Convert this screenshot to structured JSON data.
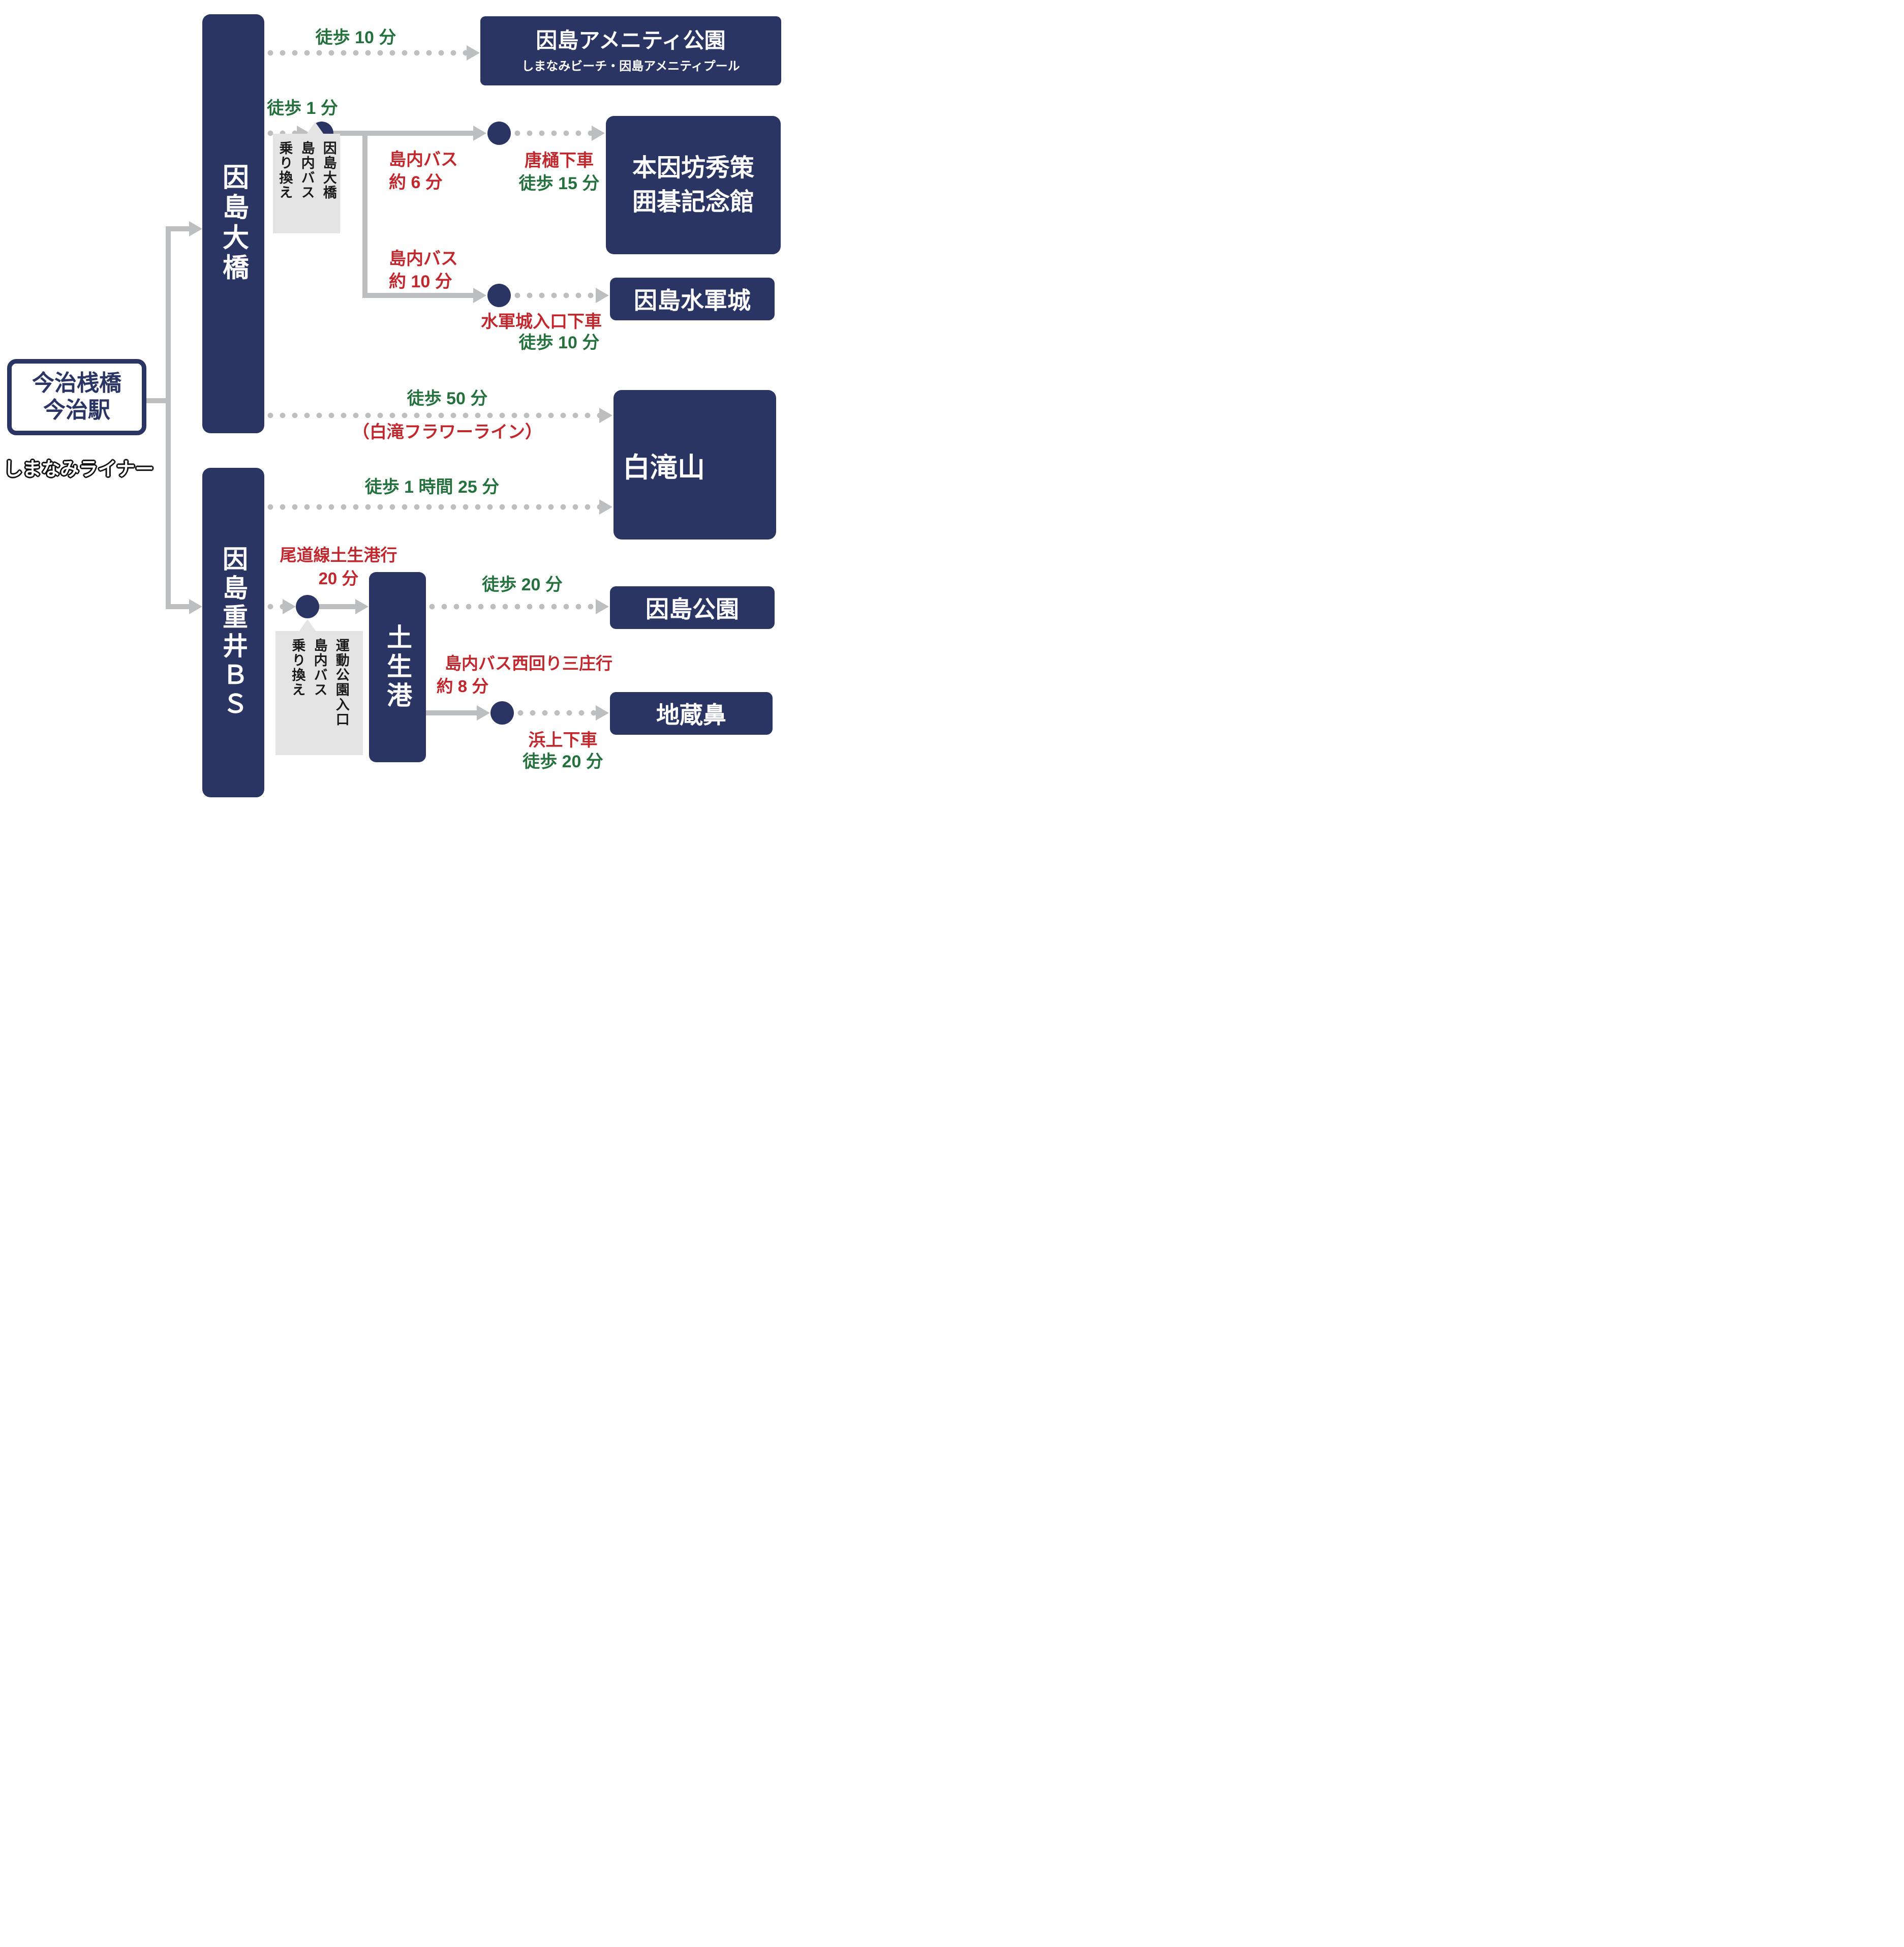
{
  "colors": {
    "navy": "#2b3564",
    "red": "#c1272d",
    "green": "#25713d",
    "gray": "#bdbec0",
    "lightgray": "#e4e4e5",
    "white": "#ffffff",
    "black": "#1a1a1a"
  },
  "origin": {
    "line1": "今治桟橋",
    "line2": "今治駅",
    "via": "しまなみライナー"
  },
  "hubs": [
    {
      "label": "因島大橋"
    },
    {
      "label": "因島重井ＢＳ"
    },
    {
      "label": "土生港"
    }
  ],
  "dest": {
    "amenity": {
      "title": "因島アメニティ公園",
      "subtitle": "しまなみビーチ・因島アメニティプール"
    },
    "honinbo": {
      "line1": "本因坊秀策",
      "line2": "囲碁記念館"
    },
    "suigun": {
      "title": "因島水軍城"
    },
    "shirataki": {
      "title": "白滝山"
    },
    "park": {
      "title": "因島公園"
    },
    "jizo": {
      "title": "地蔵鼻"
    }
  },
  "transfers": [
    {
      "text": "因島大橋\n島内バス\n乗り換え"
    },
    {
      "text": "運動公園入口\n島内バス\n乗り換え"
    }
  ],
  "labels": {
    "walk10min": "徒歩 10 分",
    "walk1min": "徒歩 1 分",
    "islandbus_a": "島内バス",
    "approx6min": "約 6 分",
    "karahi_getoff": "唐樋下車",
    "walk15min": "徒歩 15 分",
    "islandbus_b": "島内バス",
    "approx10min": "約 10 分",
    "suigunjo_getoff": "水軍城入口下車",
    "walk10min_b": "徒歩 10 分",
    "walk50min": "徒歩 50 分",
    "shirataki_flower_line": "（白滝フラワーライン）",
    "walk1h25min": "徒歩 1 時間 25 分",
    "onomichi_line": "尾道線土生港行",
    "min20": "20 分",
    "walk20min_a": "徒歩 20 分",
    "nishimawari_line": "島内バス西回り三庄行",
    "approx8min": "約 8 分",
    "hamagami_getoff": "浜上下車",
    "walk20min_b": "徒歩 20 分"
  }
}
